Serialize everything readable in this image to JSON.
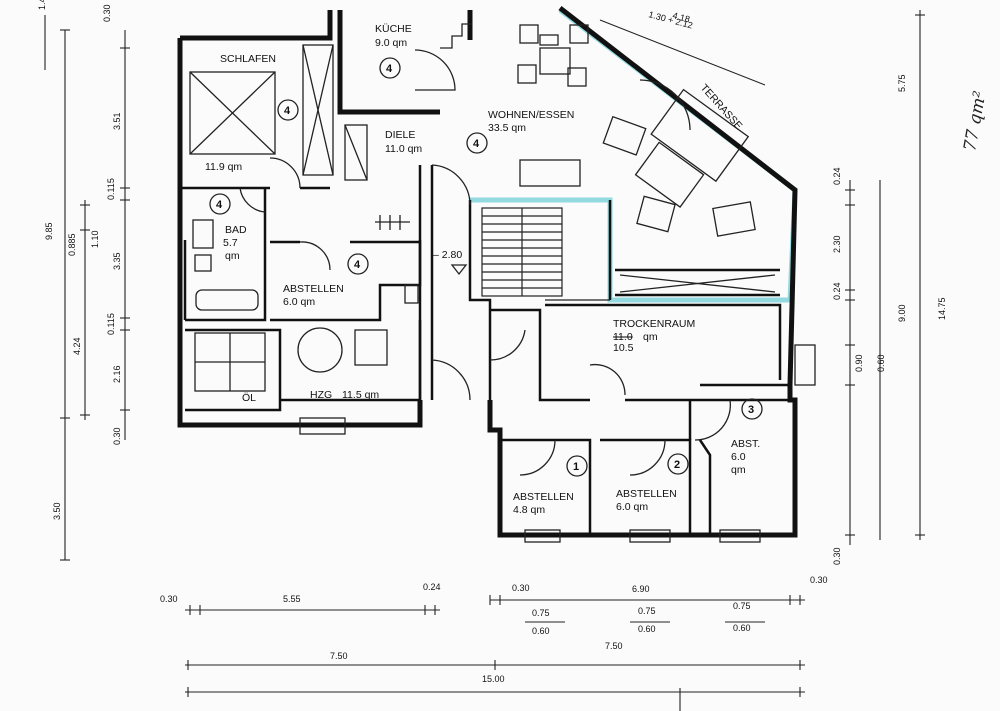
{
  "rooms": {
    "kueche": {
      "name": "KÜCHE",
      "area": "9.0 qm",
      "marker": "4"
    },
    "schlafen": {
      "name": "SCHLAFEN",
      "area": "11.9 qm",
      "marker": "4"
    },
    "diele": {
      "name": "DIELE",
      "area": "11.0 qm",
      "marker": "4"
    },
    "wohnen": {
      "name": "WOHNEN/ESSEN",
      "area": "33.5 qm",
      "marker": "4"
    },
    "bad": {
      "name": "BAD",
      "area": "5.7",
      "area_unit": "qm",
      "marker": "4"
    },
    "abstellen_main": {
      "name": "ABSTELLEN",
      "area": "6.0 qm",
      "marker": "4"
    },
    "oel": {
      "name": "ÖL"
    },
    "hzg": {
      "name": "HZG",
      "area": "11.5 qm"
    },
    "trockenraum": {
      "name": "TROCKENRAUM",
      "area_old": "11.0",
      "area_unit": "qm",
      "area_new": "10.5"
    },
    "abstellen1": {
      "name": "ABSTELLEN",
      "area": "4.8 qm",
      "marker": "1"
    },
    "abstellen2": {
      "name": "ABSTELLEN",
      "area": "6.0 qm",
      "marker": "2"
    },
    "abst3": {
      "name": "ABST.",
      "area": "6.0",
      "area_unit": "qm",
      "marker": "3"
    },
    "terrasse": {
      "name": "TERRASSE",
      "dim_top": "4.18",
      "dim_sub": "1.30 + 2.12"
    }
  },
  "stair_level": "– 2.80",
  "handwritten_total": "77 qm²",
  "dims": {
    "left_outer": [
      "9.85",
      "3.50"
    ],
    "left_mid": [
      "0.885",
      "4.24"
    ],
    "left_inner": [
      "1.10",
      "3.51",
      "0.115",
      "3.35",
      "0.115",
      "2.16",
      "0.30"
    ],
    "left_top": "1.4",
    "left_top2": "0.30",
    "right_outer": "14.75",
    "right_mid": [
      "5.75",
      "9.00"
    ],
    "right_inner": [
      "0.24",
      "2.30",
      "0.24",
      "0.90",
      "0.60",
      "0.30"
    ],
    "bottom_row1": [
      "0.30",
      "5.55",
      "0.24",
      "0.30",
      "6.90",
      "0.30"
    ],
    "windows": [
      {
        "top": "0.75",
        "bottom": "0.60"
      },
      {
        "top": "0.75",
        "bottom": "0.60"
      },
      {
        "top": "0.75",
        "bottom": "0.60"
      }
    ],
    "bottom_row2": [
      "7.50",
      "7.50"
    ],
    "bottom_total": "15.00"
  }
}
